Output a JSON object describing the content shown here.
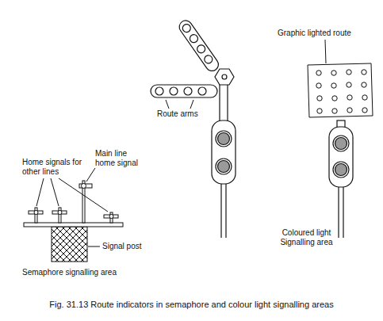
{
  "diagram": {
    "caption": "Fig. 31.13 Route indicators in semaphore and colour light signalling areas",
    "labels": [
      "Graphic lighted route",
      "Route arms",
      "Home signals for other lines",
      "Main line home signal",
      "Signal post",
      "Semaphore signalling area",
      "Coloured light Signalling area"
    ]
  }
}
